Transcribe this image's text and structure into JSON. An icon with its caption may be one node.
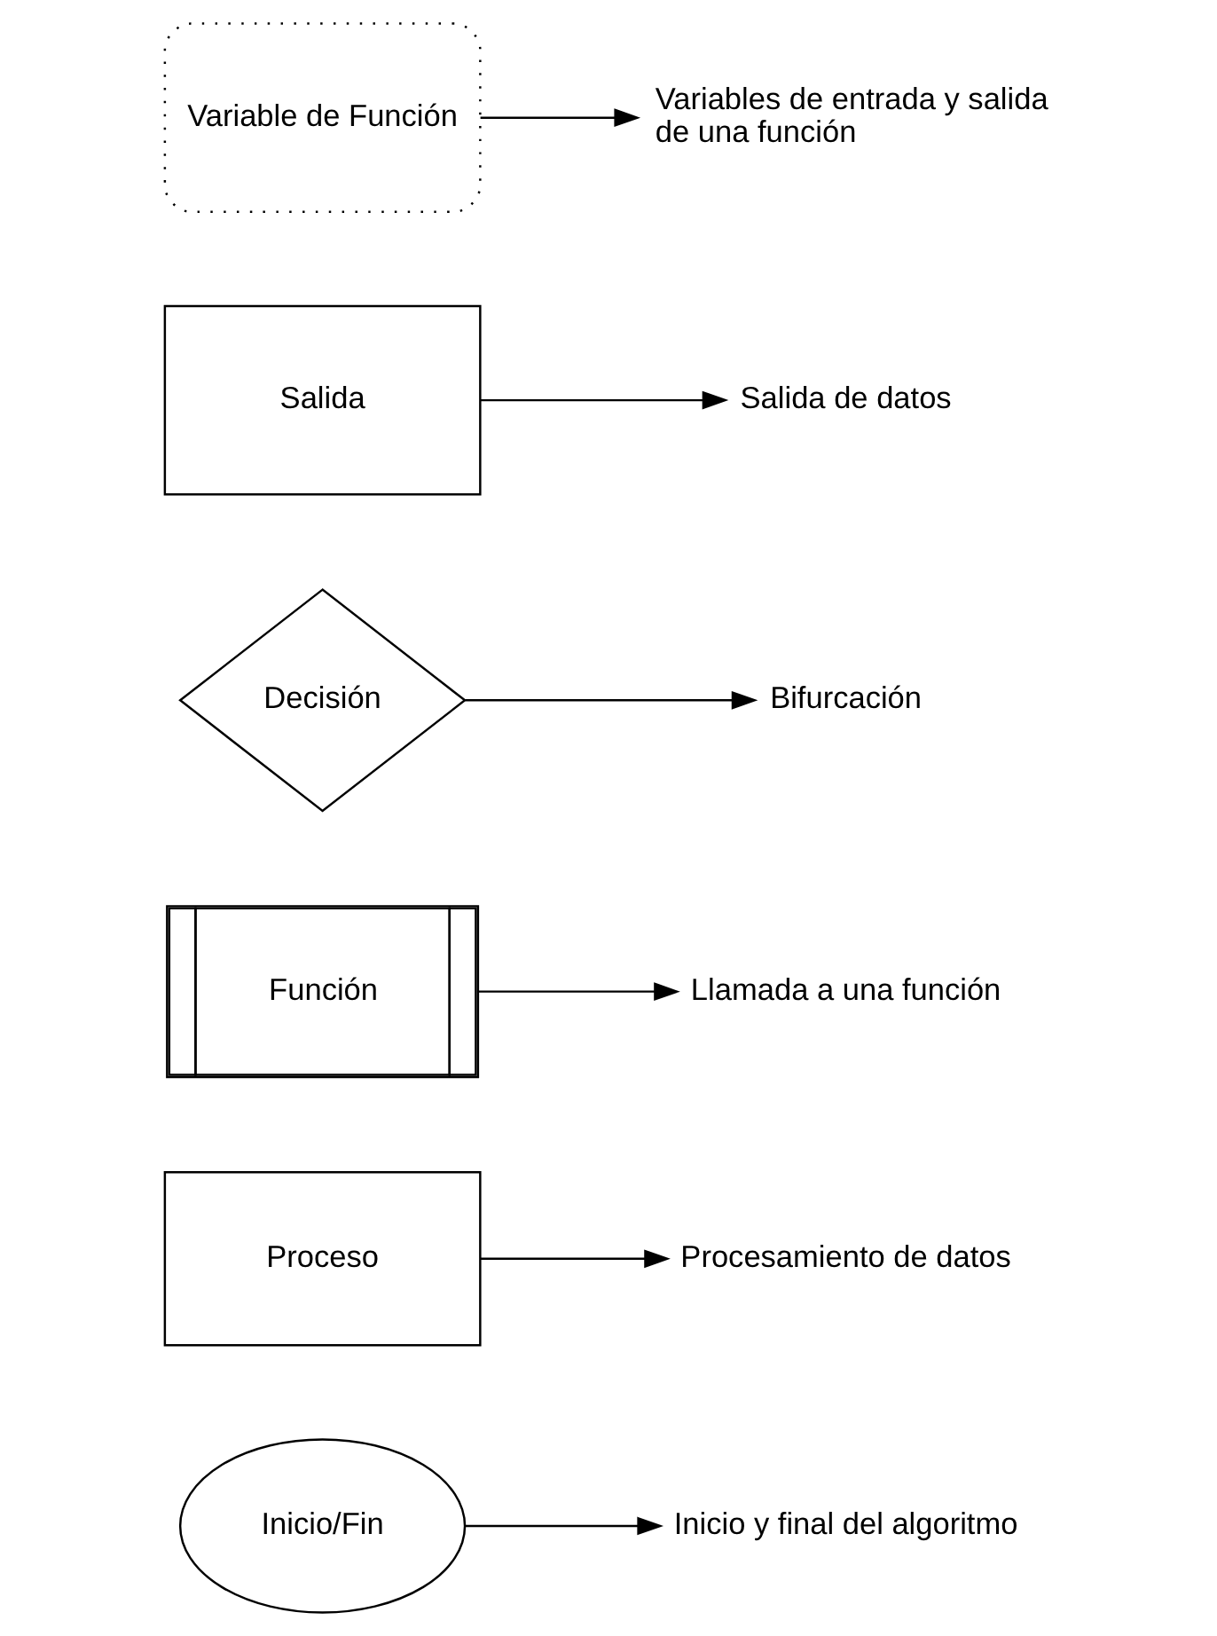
{
  "diagram": {
    "nodes": [
      {
        "text": [
          "Inicio/Fin"
        ]
      },
      {
        "text": [
          "Inicio y final del algoritmo"
        ]
      },
      {
        "text": [
          "Proceso"
        ]
      },
      {
        "text": [
          "Procesamiento de datos"
        ]
      },
      {
        "text": [
          "Función"
        ]
      },
      {
        "text": [
          "Llamada a una función"
        ]
      },
      {
        "text": [
          "Decisión"
        ]
      },
      {
        "text": [
          "Bifurcación"
        ]
      },
      {
        "text": [
          "Salida"
        ]
      },
      {
        "text": [
          "Salida de datos"
        ]
      },
      {
        "text": [
          "Variable de Función"
        ]
      },
      {
        "text": [
          "Variables de entrada y salida de una función"
        ]
      }
    ],
    "edges": [
      {
        "from": 0,
        "to": 1,
        "arrow": "to"
      },
      {
        "from": 2,
        "to": 3,
        "arrow": "to"
      },
      {
        "from": 4,
        "to": 5,
        "arrow": "to"
      },
      {
        "from": 6,
        "to": 7,
        "arrow": "to"
      },
      {
        "from": 8,
        "to": 9,
        "arrow": "to"
      },
      {
        "from": 10,
        "to": 11,
        "arrow": "to"
      }
    ]
  }
}
